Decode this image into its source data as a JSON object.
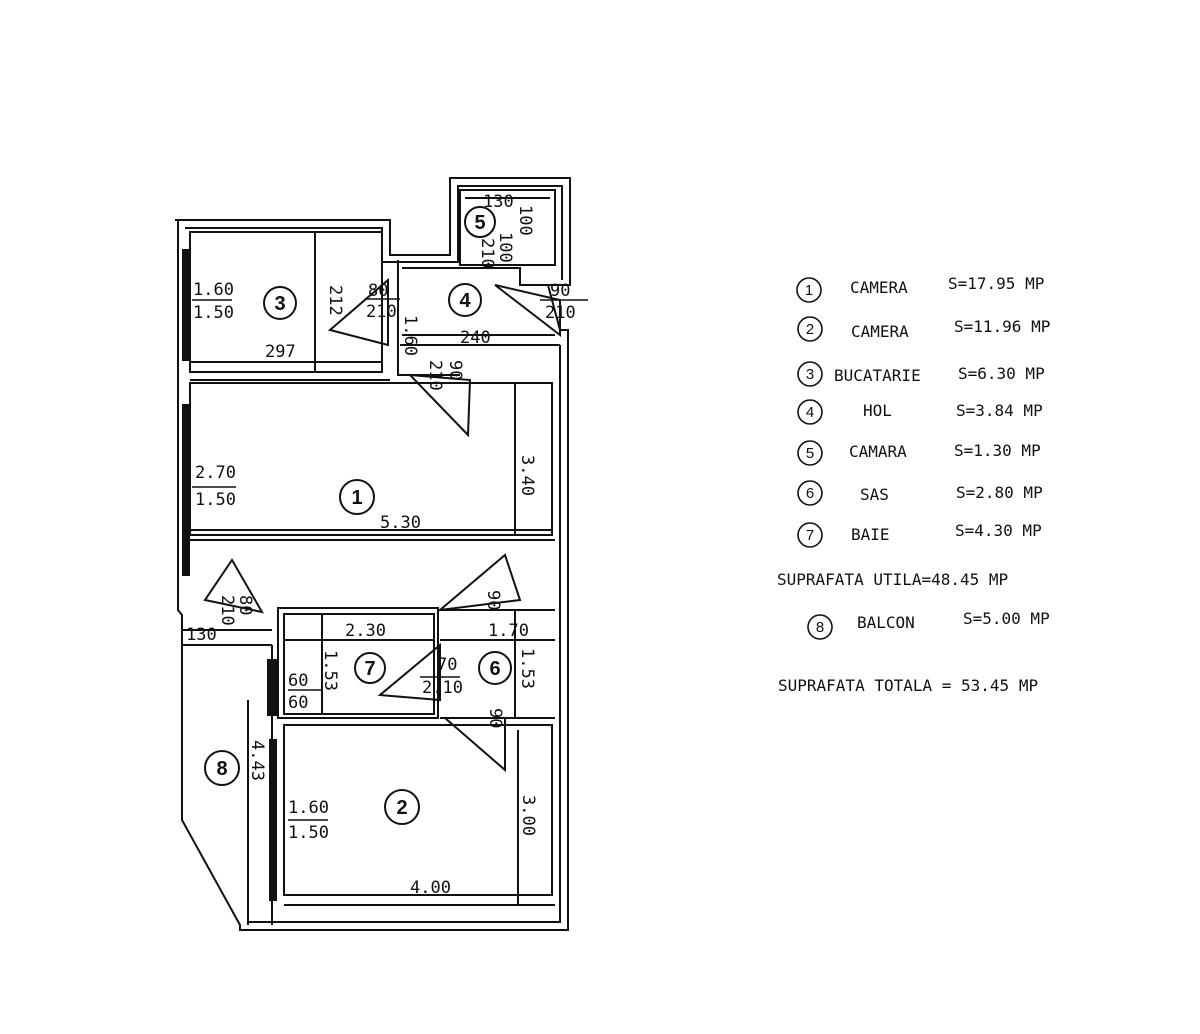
{
  "rooms": [
    {
      "num": "1",
      "name": "CAMERA",
      "area": "S=17.95 MP"
    },
    {
      "num": "2",
      "name": "CAMERA",
      "area": "S=11.96 MP"
    },
    {
      "num": "3",
      "name": "BUCATARIE",
      "area": "S=6.30 MP"
    },
    {
      "num": "4",
      "name": "HOL",
      "area": "S=3.84 MP"
    },
    {
      "num": "5",
      "name": "CAMARA",
      "area": "S=1.30 MP"
    },
    {
      "num": "6",
      "name": "SAS",
      "area": "S=2.80 MP"
    },
    {
      "num": "7",
      "name": "BAIE",
      "area": "S=4.30 MP"
    }
  ],
  "utile_total": "SUPRAFATA UTILA=48.45 MP",
  "balcony": {
    "num": "8",
    "name": "BALCON",
    "area": "S=5.00 MP"
  },
  "grand_total": "SUPRAFATA TOTALA = 53.45 MP",
  "dims": {
    "d_160_a": "1.60",
    "d_150_a": "1.50",
    "d_212": "212",
    "d_297": "297",
    "d_80": "80",
    "d_210_a": "210",
    "d_160_hol": "1.60",
    "d_240": "240",
    "d_90_a": "90",
    "d_210_b": "210",
    "d_130_a": "130",
    "d_100_a": "100",
    "d_100_b": "100",
    "d_210_c": "210",
    "d_90_b": "90",
    "d_210_d": "210",
    "d_270": "2.70",
    "d_150_b": "1.50",
    "d_530": "5.30",
    "d_340": "3.40",
    "d_80_b": "80",
    "d_210_e": "210",
    "d_90_c": "90",
    "d_130_b": "130",
    "d_230": "2.30",
    "d_170": "1.70",
    "d_153_a": "1.53",
    "d_153_b": "1.53",
    "d_70": "70",
    "d_210_f": "2.10",
    "d_60_a": "60",
    "d_60_b": "60",
    "d_90_d": "90",
    "d_443": "4.43",
    "d_160_b": "1.60",
    "d_150_c": "1.50",
    "d_300": "3.00",
    "d_400": "4.00"
  }
}
